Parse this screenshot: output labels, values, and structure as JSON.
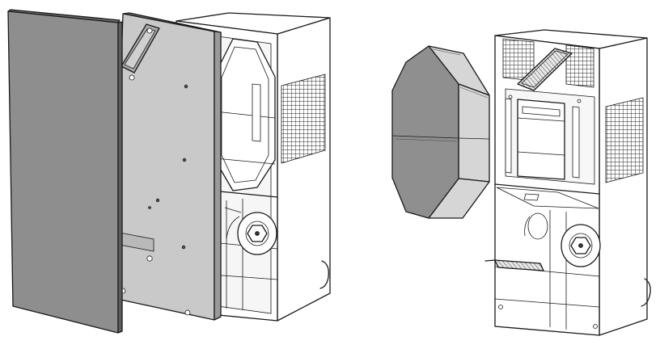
{
  "figure": {
    "type": "technical-illustration",
    "views": [
      {
        "name": "unit-with-covers-removed",
        "parts": [
          "front-cover-panel",
          "inner-service-panel",
          "ventilation-unit-housing",
          "heat-exchanger-slot",
          "fan-left",
          "side-grille"
        ]
      },
      {
        "name": "unit-with-heat-exchanger-removed",
        "parts": [
          "octagonal-heat-exchanger",
          "ventilation-unit-housing",
          "filter-cassette",
          "fan-right",
          "side-grille",
          "top-grille"
        ]
      }
    ],
    "colors": {
      "line": "#1a1a1a",
      "panel_fill": "#8e8e8e",
      "panel_edge": "#6d6d6d",
      "housing": "#ffffff",
      "inner_panel": "#c9c9c9",
      "exchanger_front": "#8f8f8f",
      "exchanger_side": "#d6d6d6"
    }
  }
}
